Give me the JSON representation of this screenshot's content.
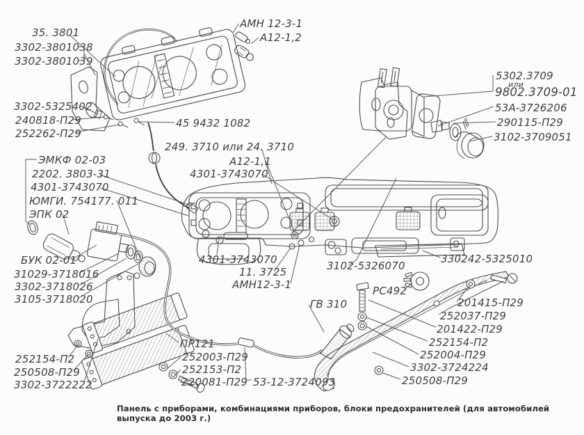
{
  "diagram": {
    "caption": "Панель с приборами, комбинациями приборов, блоки предохранителей (для автомобилей выпуска до 2003 г.)",
    "labels": [
      "35. 3801",
      "3302-3801038",
      "3302-3801039",
      "3302-5325402",
      "240818-П29",
      "252262-П29",
      "АМН 12-3-1",
      "А12-1,2",
      "45 9432 1082",
      "5302.3709",
      "или",
      "9802.3709-01",
      "53А-3726206",
      "290115-П29",
      "3102-3709051",
      "249. 3710 или 24. 3710",
      "А12-1,1",
      "4301-3743070",
      "ЭМКФ 02-03",
      "2202. 3803-31",
      "4301-3743070",
      "ЮМГИ. 754177. 011",
      "ЭПК 02",
      "БУК 02-01",
      "31029-3718016",
      "3302-3718026",
      "3105-3718020",
      "4301-3743070",
      "11. 3725",
      "АМН12-3-1",
      "3102-5326070",
      "330242-5325010",
      "ГВ 310",
      "РС492",
      "201415-П29",
      "252037-П29",
      "201422-П29",
      "252154-П2",
      "252004-П29",
      "3302-3724224",
      "250508-П29",
      "252154-П2",
      "250508-П29",
      "3302-3722222",
      "ПР121",
      "252003-П29",
      "252153-П2",
      "220081-П29",
      "53-12-3724093"
    ]
  }
}
